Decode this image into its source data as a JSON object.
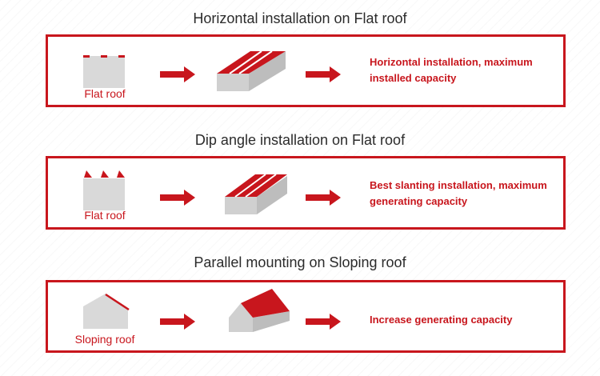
{
  "sections": [
    {
      "title": "Horizontal installation on Flat roof",
      "roof_caption": "Flat roof",
      "description": "Horizontal installation, maximum installed capacity"
    },
    {
      "title": "Dip angle installation on Flat roof",
      "roof_caption": "Flat roof",
      "description": "Best slanting installation, maximum generating capacity"
    },
    {
      "title": "Parallel mounting on Sloping roof",
      "roof_caption": "Sloping roof",
      "description": "Increase generating capacity"
    }
  ],
  "icons": [
    "flat-roof-icon",
    "arrow-right-icon",
    "horizontal-panels-building-icon",
    "tilted-panels-building-icon",
    "sloping-roof-icon",
    "sloped-panel-house-icon"
  ],
  "colors": {
    "accent": "#c8161d",
    "building_gray": "#d9d9d9",
    "title_text": "#2b2b2b"
  }
}
